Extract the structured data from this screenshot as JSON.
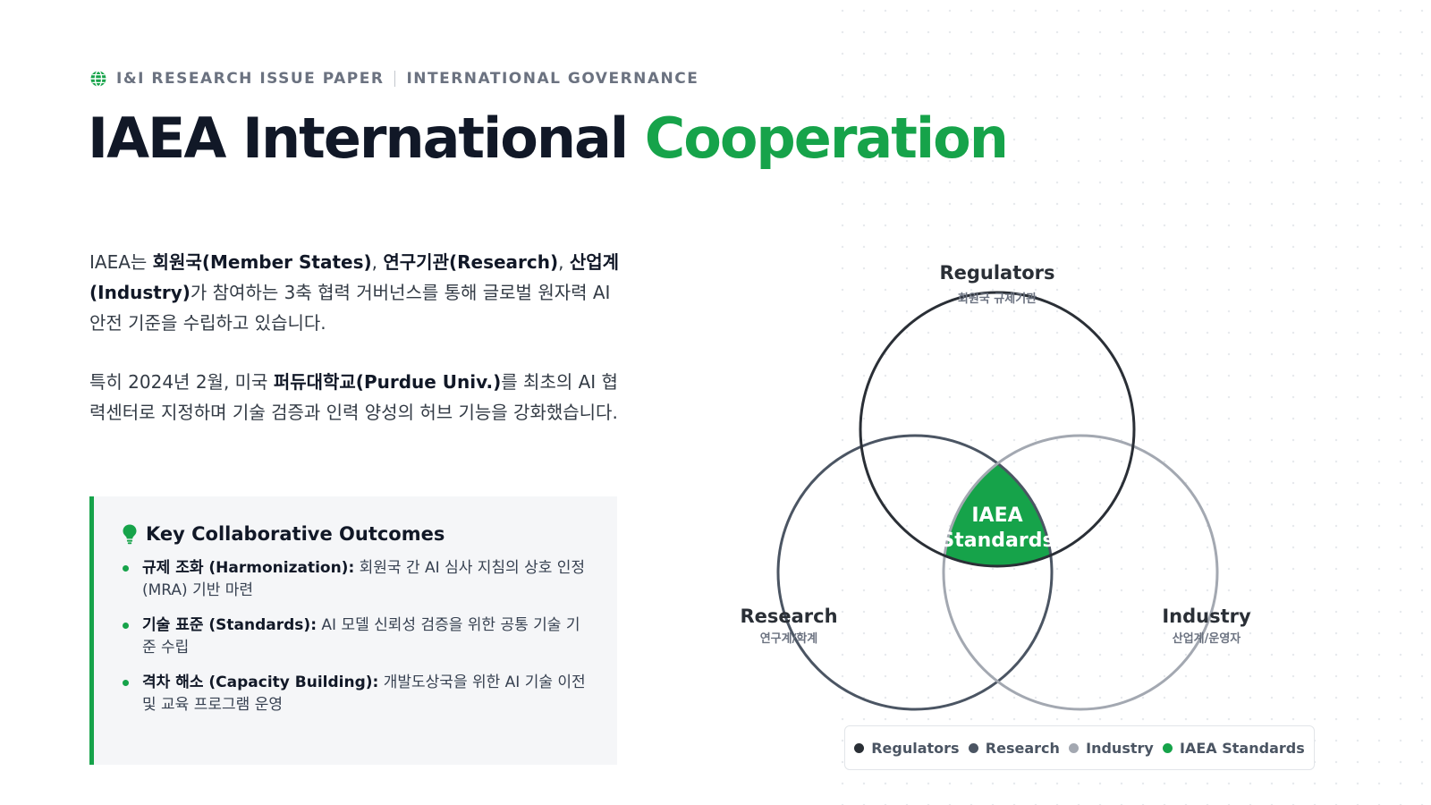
{
  "header": {
    "kicker_left": "I&I RESEARCH ISSUE PAPER",
    "kicker_right": "INTERNATIONAL GOVERNANCE",
    "title_main": "IAEA International ",
    "title_accent": "Cooperation"
  },
  "intro": {
    "p1": [
      {
        "t": "IAEA는 ",
        "b": false
      },
      {
        "t": "회원국(Member States)",
        "b": true
      },
      {
        "t": ", ",
        "b": false
      },
      {
        "t": "연구기관(Research)",
        "b": true
      },
      {
        "t": ", ",
        "b": false
      },
      {
        "t": "산업계(Industry)",
        "b": true
      },
      {
        "t": "가 참여하는 3축 협력 거버넌스를 통해 글로벌 원자력 AI 안전 기준을 수립하고 있습니다.",
        "b": false
      }
    ],
    "p2": [
      {
        "t": "특히 2024년 2월, 미국 ",
        "b": false
      },
      {
        "t": "퍼듀대학교(Purdue Univ.)",
        "b": true
      },
      {
        "t": "를 최초의 AI 협력센터로 지정하며 기술 검증과 인력 양성의 허브 기능을 강화했습니다.",
        "b": false
      }
    ]
  },
  "outcomes": {
    "title": "Key Collaborative Outcomes",
    "items": [
      {
        "label": "규제 조화 (Harmonization):",
        "text": " 회원국 간 AI 심사 지침의 상호 인정(MRA) 기반 마련"
      },
      {
        "label": "기술 표준 (Standards):",
        "text": " AI 모델 신뢰성 검증을 위한 공통 기술 기준 수립"
      },
      {
        "label": "격차 해소 (Capacity Building):",
        "text": " 개발도상국을 위한 AI 기술 이전 및 교육 프로그램 운영"
      }
    ]
  },
  "venn": {
    "regulators": {
      "name": "Regulators",
      "sub": "회원국 규제기관"
    },
    "research": {
      "name": "Research",
      "sub": "연구계/학계"
    },
    "industry": {
      "name": "Industry",
      "sub": "산업계/운영자"
    },
    "center_line1": "IAEA",
    "center_line2": "Standards"
  },
  "legend": [
    {
      "label": "Regulators",
      "color": "#2a2f36"
    },
    {
      "label": "Research",
      "color": "#4b5563"
    },
    {
      "label": "Industry",
      "color": "#a3a8b1"
    },
    {
      "label": "IAEA Standards",
      "color": "#16a34a"
    }
  ],
  "colors": {
    "accent": "#16a34a",
    "regulators": "#2a2f36",
    "research": "#4b5563",
    "industry": "#a3a8b1"
  }
}
